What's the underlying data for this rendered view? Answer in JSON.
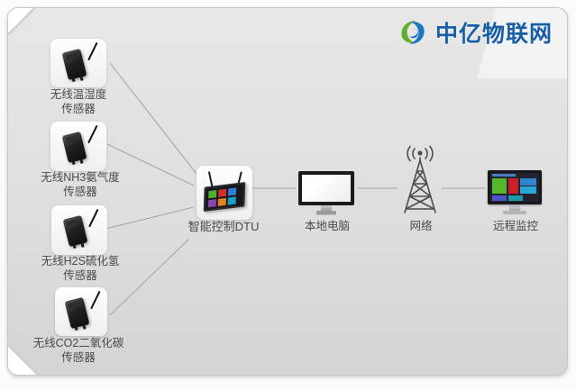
{
  "logo": {
    "text": "中亿物联网",
    "icon": "swirl-logo-icon",
    "colors": {
      "text_blue": "#185ea6",
      "swirl_green": "#5fae2c",
      "swirl_blue": "#1878be"
    }
  },
  "diagram": {
    "sensors": [
      {
        "id": "temp-humidity",
        "label_line1": "无线温湿度",
        "label_line2": "传感器"
      },
      {
        "id": "nh3",
        "label_line1": "无线NH3氨气度",
        "label_line2": "传感器"
      },
      {
        "id": "h2s",
        "label_line1": "无线H2S硫化氢",
        "label_line2": "传感器"
      },
      {
        "id": "co2",
        "label_line1": "无线CO2二氧化碳",
        "label_line2": "传感器"
      }
    ],
    "dtu": {
      "label": "智能控制DTU"
    },
    "local_pc": {
      "label": "本地电脑"
    },
    "network": {
      "label": "网络"
    },
    "remote": {
      "label": "远程监控"
    },
    "connections": [
      {
        "from": "temp-humidity-sensor",
        "to": "smart-dtu"
      },
      {
        "from": "nh3-sensor",
        "to": "smart-dtu"
      },
      {
        "from": "h2s-sensor",
        "to": "smart-dtu"
      },
      {
        "from": "co2-sensor",
        "to": "smart-dtu"
      },
      {
        "from": "smart-dtu",
        "to": "local-pc"
      },
      {
        "from": "local-pc",
        "to": "network"
      },
      {
        "from": "network",
        "to": "remote-monitoring"
      }
    ]
  }
}
